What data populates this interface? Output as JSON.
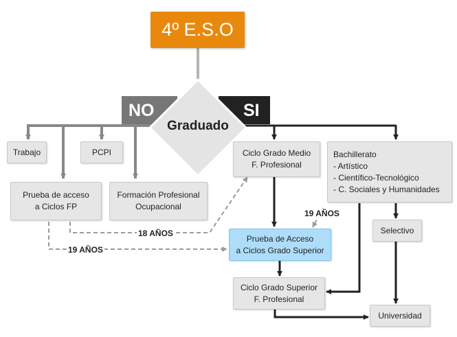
{
  "diagram": {
    "title": "4º E.S.O",
    "decision": {
      "label": "Graduado",
      "no_label": "NO",
      "yes_label": "SI"
    },
    "nodes": {
      "trabajo": "Trabajo",
      "pcpi": "PCPI",
      "prueba_fp": "Prueba de acceso\na Ciclos FP",
      "fpo": "Formación Profesional\nOcupacional",
      "cgm": "Ciclo Grado Medio\nF. Profesional",
      "bachillerato": "Bachillerato\n- Artístico\n- Científico-Tecnológico\n- C. Sociales y Humanidades",
      "selectivo": "Selectivo",
      "prueba_cgs": "Prueba de Acceso\na Ciclos Grado Superior",
      "cgs": "Ciclo Grado Superior\nF. Profesional",
      "universidad": "Universidad"
    },
    "edge_labels": {
      "a18": "18 AÑOS",
      "a19_left": "19 AÑOS",
      "a19_right": "19 AÑOS"
    },
    "colors": {
      "title_bg": "#e8890e",
      "highlight_box": "#aeddf9",
      "box": "#e6e6e6",
      "no_branch": "#888888",
      "yes_branch": "#222222"
    }
  }
}
